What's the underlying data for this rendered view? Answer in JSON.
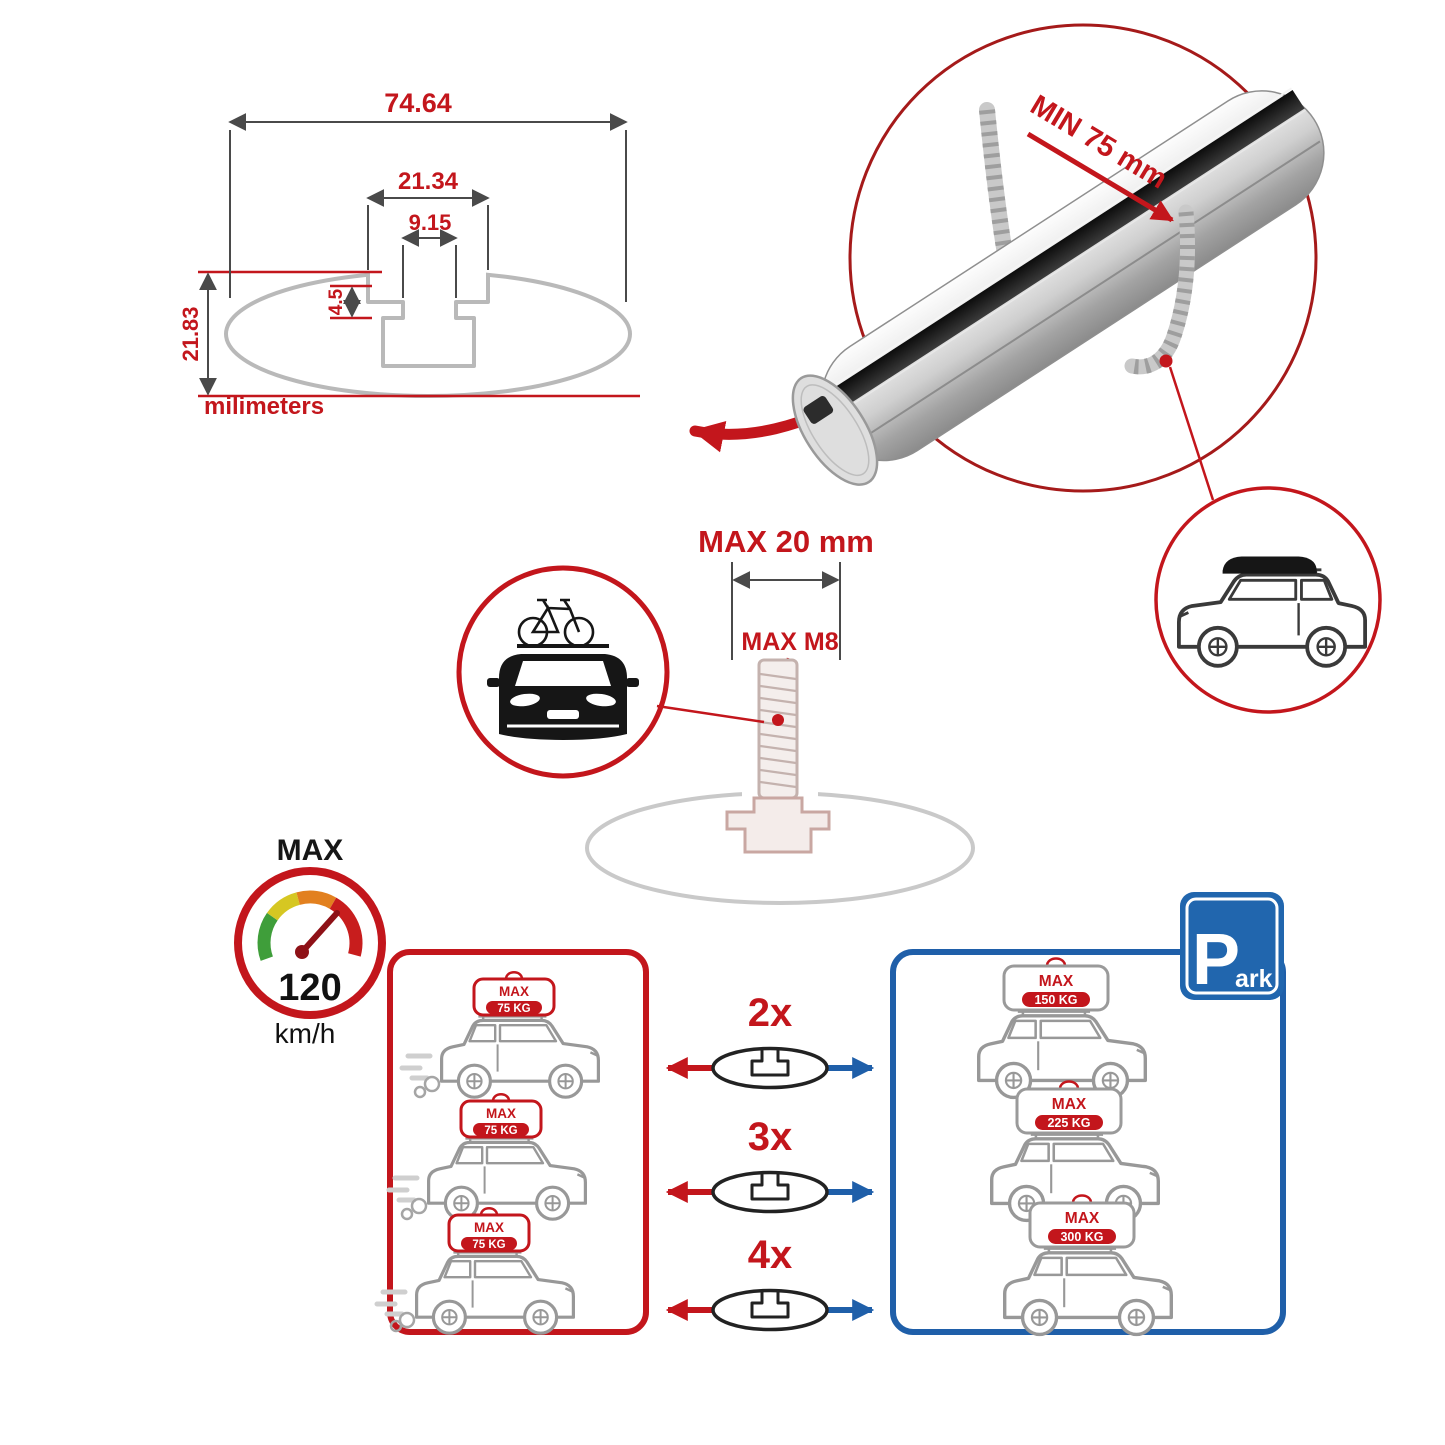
{
  "colors": {
    "red": "#c3161c",
    "blue": "#1f5fa9",
    "gray": "#9a9a9a",
    "light_gray": "#c9c9c9",
    "dark": "#1a1a1a"
  },
  "cross_section": {
    "total_width": "74.64",
    "channel_width": "21.34",
    "slot_width": "9.15",
    "lip_depth": "4.5",
    "total_height": "21.83",
    "units_label": "milimeters"
  },
  "bar_detail": {
    "min_clamp_label": "MIN 75 mm"
  },
  "bolt_detail": {
    "max_length_label": "MAX 20 mm",
    "max_thread_label": "MAX M8"
  },
  "speedometer": {
    "title": "MAX",
    "value": "120",
    "units": "km/h"
  },
  "comparison": {
    "driving_loads": [
      {
        "max_label": "MAX",
        "weight": "75 KG"
      },
      {
        "max_label": "MAX",
        "weight": "75 KG"
      },
      {
        "max_label": "MAX",
        "weight": "75 KG"
      }
    ],
    "crossbar_counts": [
      "2x",
      "3x",
      "4x"
    ],
    "parked_loads": [
      {
        "max_label": "MAX",
        "weight": "150 KG"
      },
      {
        "max_label": "MAX",
        "weight": "225 KG"
      },
      {
        "max_label": "MAX",
        "weight": "300 KG"
      }
    ],
    "park_sign": {
      "letter": "P",
      "suffix": "ark"
    }
  }
}
